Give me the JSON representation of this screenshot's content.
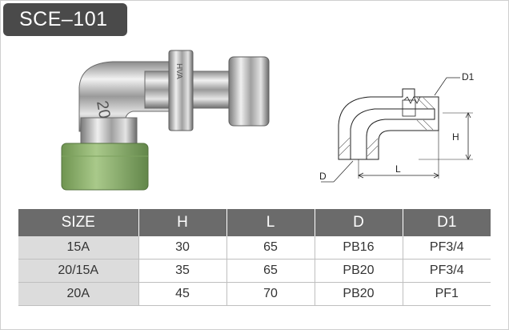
{
  "model": "SCE–101",
  "product_image": {
    "engraved_text": [
      "20",
      "HVA"
    ]
  },
  "drawing": {
    "labels": {
      "D1": "D1",
      "H": "H",
      "L": "L",
      "D": "D"
    }
  },
  "table": {
    "headers": [
      "SIZE",
      "H",
      "L",
      "D",
      "D1"
    ],
    "rows": [
      [
        "15A",
        "30",
        "65",
        "PB16",
        "PF3/4"
      ],
      [
        "20/15A",
        "35",
        "65",
        "PB20",
        "PF3/4"
      ],
      [
        "20A",
        "45",
        "70",
        "PB20",
        "PF1"
      ]
    ]
  },
  "colors": {
    "badge_bg": "#4a4a4a",
    "header_bg": "#6b6b6b",
    "size_col_bg": "#dcdcdc",
    "green_ring": "#8fb56e",
    "chrome": "#c9c9c9"
  }
}
